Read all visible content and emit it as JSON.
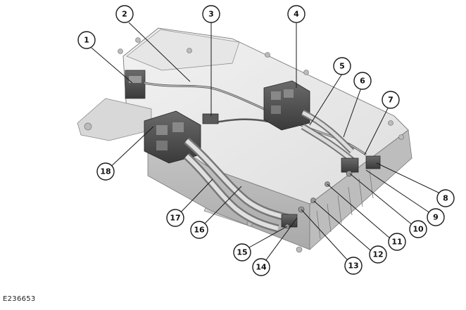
{
  "figure": {
    "reference_code": "E236653",
    "callouts": [
      "1",
      "2",
      "3",
      "4",
      "5",
      "6",
      "7",
      "8",
      "9",
      "10",
      "11",
      "12",
      "13",
      "14",
      "15",
      "16",
      "17",
      "18"
    ]
  }
}
